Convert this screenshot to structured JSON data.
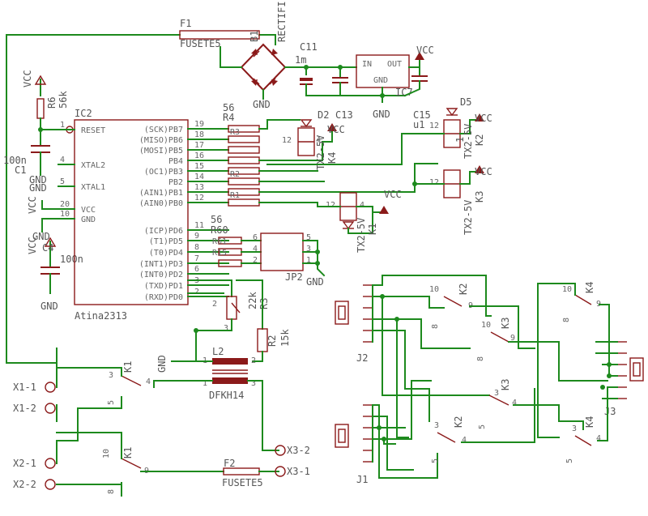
{
  "ic2": {
    "ref": "IC2",
    "name": "Atina2313",
    "left_pins": [
      {
        "num": "1",
        "name": "RESET"
      },
      {
        "num": "4",
        "name": "XTAL2"
      },
      {
        "num": "5",
        "name": "XTAL1"
      },
      {
        "num": "20",
        "name": "VCC"
      },
      {
        "num": "10",
        "name": "GND"
      }
    ],
    "right_pins": [
      {
        "num": "19",
        "name": "(SCK)PB7"
      },
      {
        "num": "18",
        "name": "(MISO)PB6"
      },
      {
        "num": "17",
        "name": "(MOSI)PB5"
      },
      {
        "num": "16",
        "name": "PB4"
      },
      {
        "num": "15",
        "name": "(OC1)PB3"
      },
      {
        "num": "14",
        "name": "PB2"
      },
      {
        "num": "13",
        "name": "(AIN1)PB1"
      },
      {
        "num": "12",
        "name": "(AIN0)PB0"
      },
      {
        "num": "11",
        "name": "(ICP)PD6"
      },
      {
        "num": "9",
        "name": "(T1)PD5"
      },
      {
        "num": "8",
        "name": "(T0)PD4"
      },
      {
        "num": "7",
        "name": "(INT1)PD3"
      },
      {
        "num": "6",
        "name": "(INT0)PD2"
      },
      {
        "num": "3",
        "name": "(TXD)PD1"
      },
      {
        "num": "2",
        "name": "(RXD)PD0"
      }
    ]
  },
  "labels": {
    "f1": "F1",
    "f1_val": "FUSETE5",
    "f2": "F2",
    "f2_val": "FUSETE5",
    "b1": "B1",
    "rectifier": "RECTIFI",
    "c11": "C11",
    "c11_val": "1m",
    "ic7": "IC7",
    "reg_in": "IN",
    "reg_out": "OUT",
    "reg_gnd": "GND",
    "vcc": "VCC",
    "gnd": "GND",
    "r6": "R6",
    "r6_val": "56k",
    "c1": "C1",
    "c1_val": "100n",
    "c4": "C4",
    "c4_val": "100n",
    "r_top": "56",
    "r_top2": "R4",
    "r_top3": "R3",
    "r_top4": "R2",
    "r_top5": "R1",
    "r_mid": "56",
    "r_mid2": "R60",
    "r_mid3": "R61",
    "r_mid4": "R15",
    "d2": "D2",
    "c13": "C13",
    "d5": "D5",
    "c15": "C15",
    "c15_val": "u1",
    "k4": "K4",
    "k2": "K2",
    "k3": "K3",
    "k1": "K1",
    "tx2": "TX2-5V",
    "jp2": "JP2",
    "r3": "R3",
    "r3_val": "22k",
    "r2": "R2",
    "r2_val": "15k",
    "l2": "L2",
    "dfkh": "DFKH14",
    "x11": "X1-1",
    "x12": "X1-2",
    "x21": "X2-1",
    "x22": "X2-2",
    "x31": "X3-1",
    "x32": "X3-2",
    "j1": "J1",
    "j2": "J2",
    "j3": "J3",
    "n1": "1",
    "n2": "2",
    "n3": "3",
    "n4": "4",
    "n5": "5",
    "n6": "6",
    "n8": "8",
    "n9": "9",
    "n10": "10",
    "n12": "12"
  }
}
